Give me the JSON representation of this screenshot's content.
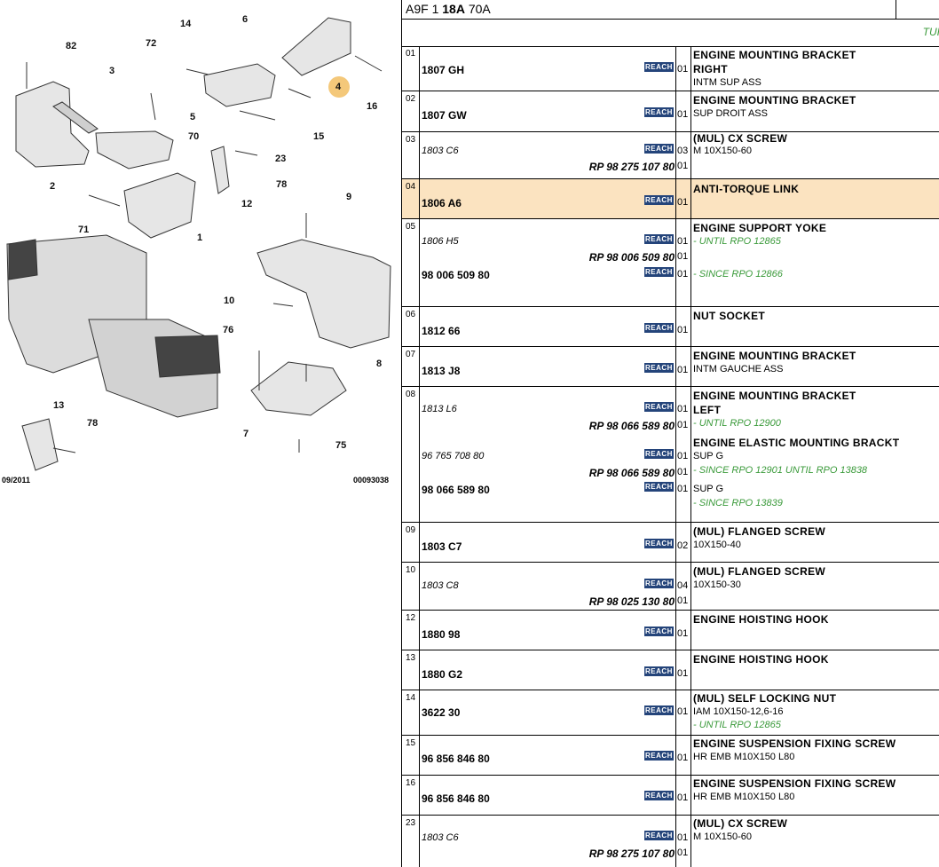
{
  "diagram": {
    "callouts": [
      "82",
      "14",
      "6",
      "72",
      "3",
      "4",
      "16",
      "5",
      "15",
      "70",
      "2",
      "23",
      "78",
      "12",
      "71",
      "1",
      "9",
      "10",
      "76",
      "8",
      "13",
      "78",
      "7",
      "75"
    ],
    "date": "09/2011",
    "ref": "00093038"
  },
  "header": {
    "prefix": "A9F 1 ",
    "bold": "18A",
    "suffix": " 70A",
    "right_text": "TUI"
  },
  "reach_label": "REACH",
  "rows": [
    {
      "idx": "01",
      "lines": [
        {
          "pn": "1807 GH"
        }
      ],
      "qty": [
        "01"
      ],
      "desc": [
        "ENGINE MOUNTING BRACKET",
        "RIGHT"
      ],
      "sub": [
        "INTM SUP ASS"
      ]
    },
    {
      "idx": "02",
      "pn": "1807 GW",
      "qty": "01",
      "desc": "ENGINE MOUNTING BRACKET",
      "sub": "SUP DROIT ASS"
    },
    {
      "idx": "03",
      "pn_alt": "1803 C6",
      "rp": "RP 98 275 107 80",
      "qty": [
        "03",
        "01"
      ],
      "desc": "(MUL) CX SCREW",
      "sub": "M 10X150-60"
    },
    {
      "idx": "04",
      "pn": "1806 A6",
      "qty": "01",
      "desc": "ANTI-TORQUE LINK"
    },
    {
      "idx": "05",
      "pn_alt": "1806 H5",
      "rp": "RP 98 006 509 80",
      "pn": "98 006 509 80",
      "qty": [
        "01",
        "01",
        "01"
      ],
      "desc": "ENGINE SUPPORT YOKE",
      "green": [
        "- UNTIL RPO 12865",
        "- SINCE RPO 12866"
      ]
    },
    {
      "idx": "06",
      "pn": "1812 66",
      "qty": "01",
      "desc": "NUT SOCKET"
    },
    {
      "idx": "07",
      "pn": "1813 J8",
      "qty": "01",
      "desc": "ENGINE MOUNTING BRACKET",
      "sub": "INTM GAUCHE ASS"
    },
    {
      "idx": "08",
      "pn_alt": "1813 L6",
      "rp": "RP 98 066 589 80",
      "pn_alt2": "96 765 708 80",
      "rp2": "RP 98 066 589 80",
      "pn": "98 066 589 80",
      "qty": [
        "01",
        "01",
        "01",
        "01",
        "01"
      ],
      "desc": "ENGINE MOUNTING BRACKET",
      "desc_b": "LEFT",
      "green_a": "- UNTIL RPO 12900",
      "desc2": "ENGINE ELASTIC MOUNTING BRACKT",
      "sub2": "SUP G",
      "green_b": "- SINCE RPO 12901 UNTIL RPO 13838",
      "sub3": "SUP G",
      "green_c": "- SINCE RPO 13839"
    },
    {
      "idx": "09",
      "pn": "1803 C7",
      "qty": "02",
      "desc": "(MUL) FLANGED SCREW",
      "sub": "10X150-40"
    },
    {
      "idx": "10",
      "pn_alt": "1803 C8",
      "rp": "RP 98 025 130 80",
      "qty": [
        "04",
        "01"
      ],
      "desc": "(MUL) FLANGED SCREW",
      "sub": "10X150-30"
    },
    {
      "idx": "12",
      "pn": "1880 98",
      "qty": "01",
      "desc": "ENGINE HOISTING HOOK"
    },
    {
      "idx": "13",
      "pn": "1880 G2",
      "qty": "01",
      "desc": "ENGINE HOISTING HOOK"
    },
    {
      "idx": "14",
      "pn": "3622 30",
      "qty": "01",
      "desc": "(MUL) SELF LOCKING NUT",
      "sub": "IAM 10X150-12,6-16",
      "green": "- UNTIL RPO 12865"
    },
    {
      "idx": "15",
      "pn": "96 856 846 80",
      "qty": "01",
      "desc": "ENGINE SUSPENSION FIXING SCREW",
      "sub": "HR EMB M10X150 L80"
    },
    {
      "idx": "16",
      "pn": "96 856 846 80",
      "qty": "01",
      "desc": "ENGINE SUSPENSION FIXING SCREW",
      "sub": "HR EMB M10X150 L80"
    },
    {
      "idx": "23",
      "pn_alt": "1803 C6",
      "rp": "RP 98 275 107 80",
      "qty": [
        "01",
        "01"
      ],
      "desc": "(MUL) CX SCREW",
      "sub": "M 10X150-60"
    }
  ]
}
